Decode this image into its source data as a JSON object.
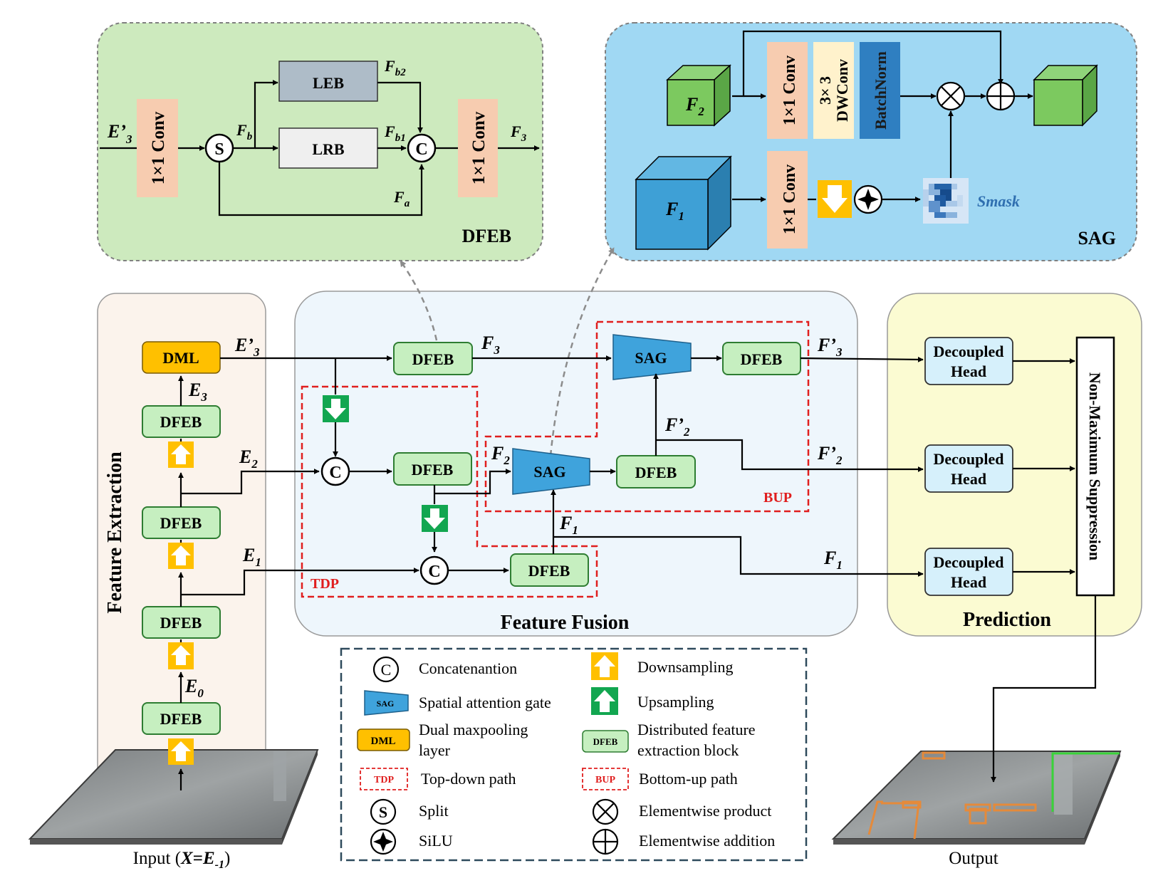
{
  "dfeb_detail": {
    "input": "E’",
    "input_sub": "3",
    "conv_left": "1×1 Conv",
    "split": "S",
    "fb": "F",
    "fb_sub": "b",
    "leb": "LEB",
    "lrb": "LRB",
    "fb2": "F",
    "fb2_sub": "b2",
    "fb1": "F",
    "fb1_sub": "b1",
    "concat": "C",
    "fa": "F",
    "fa_sub": "a",
    "conv_right": "1×1 Conv",
    "output": "F",
    "output_sub": "3",
    "title": "DFEB"
  },
  "sag_detail": {
    "f2": "F",
    "f2_sub": "2",
    "f1": "F",
    "f1_sub": "1",
    "conv_top": "1×1 Conv",
    "dwconv_line1": "3× 3",
    "dwconv_line2": "DWConv",
    "batchnorm": "BatchNorm",
    "conv_bottom": "1×1 Conv",
    "smask": "Smask",
    "title": "SAG"
  },
  "feature_extraction": {
    "title": "Feature Extraction",
    "dml": "DML",
    "dfeb": "DFEB",
    "e3p": "E’",
    "e3p_sub": "3",
    "e3": "E",
    "e3_sub": "3",
    "e2": "E",
    "e2_sub": "2",
    "e1": "E",
    "e1_sub": "1",
    "e0": "E",
    "e0_sub": "0",
    "input_prefix": "Input (",
    "input_x": "X",
    "input_eq": "=",
    "input_e": "E",
    "input_sub": "-1",
    "input_suffix": ")"
  },
  "feature_fusion": {
    "title": "Feature Fusion",
    "dfeb": "DFEB",
    "sag": "SAG",
    "concat": "C",
    "tdp": "TDP",
    "bup": "BUP",
    "f3": "F",
    "f3_sub": "3",
    "f2": "F",
    "f2_sub": "2",
    "f1": "F",
    "f1_sub": "1",
    "f3p": "F’",
    "f3p_sub": "3",
    "f2p": "F’",
    "f2p_sub": "2"
  },
  "prediction": {
    "title": "Prediction",
    "head_line1": "Decoupled",
    "head_line2": "Head",
    "nms": "Non-Maximum Suppression",
    "output": "Output"
  },
  "legend": {
    "concat_symbol": "C",
    "concat": "Concatenantion",
    "downsampling": "Downsampling",
    "sag_symbol": "SAG",
    "sag": "Spatial attention gate",
    "upsampling": "Upsampling",
    "dml_symbol": "DML",
    "dml_line1": "Dual maxpooling",
    "dml_line2": "layer",
    "dfeb_symbol": "DFEB",
    "dfeb_line1": "Distributed feature",
    "dfeb_line2": "extraction block",
    "tdp_symbol": "TDP",
    "tdp": "Top-down path",
    "bup_symbol": "BUP",
    "bup": "Bottom-up path",
    "split_symbol": "S",
    "split": "Split",
    "product": "Elementwise product",
    "silu": "SiLU",
    "addition": "Elementwise addition"
  },
  "colors": {
    "dfeb_fill": "#c6efc0",
    "dfeb_stroke": "#2e7d32",
    "sag_fill": "#3fa3dc",
    "dml_fill": "#ffc000",
    "down_arrow_bg": "#ffc000",
    "up_arrow_bg": "#12a650",
    "path_red": "#e01e1e",
    "conv_fill": "#f7ccb0",
    "dwconv_fill": "#fff2cc",
    "batchnorm_fill": "#2f7fc1"
  }
}
